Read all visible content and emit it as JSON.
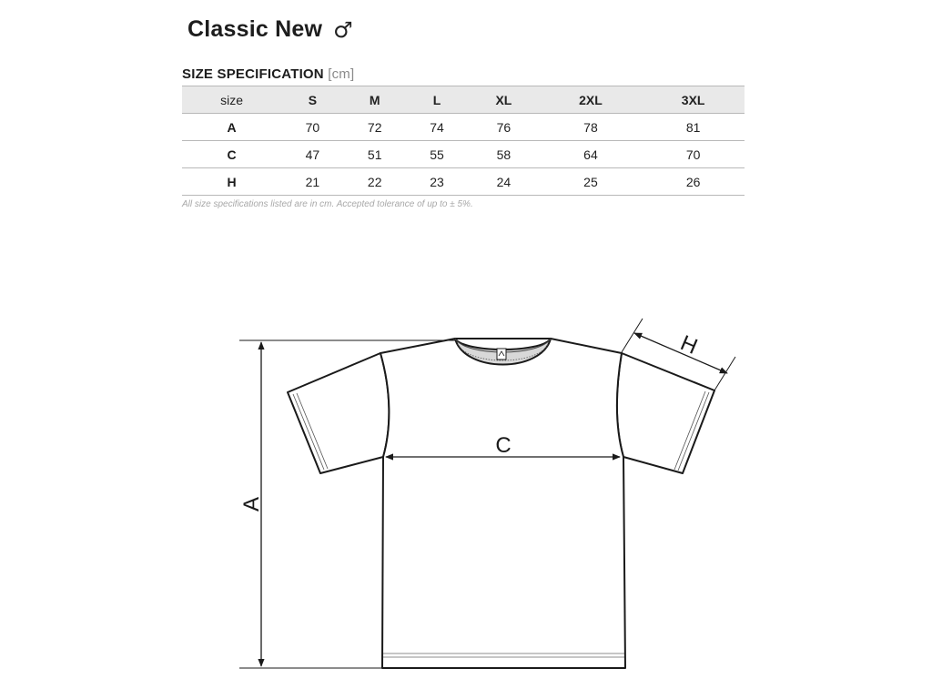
{
  "product": {
    "name": "Classic New",
    "gender_symbol": "♂"
  },
  "spec": {
    "heading": "SIZE SPECIFICATION",
    "unit": "[cm]",
    "columns": [
      "size",
      "S",
      "M",
      "L",
      "XL",
      "2XL",
      "3XL"
    ],
    "rows": [
      {
        "label": "A",
        "values": [
          "70",
          "72",
          "74",
          "76",
          "78",
          "81"
        ]
      },
      {
        "label": "C",
        "values": [
          "47",
          "51",
          "55",
          "58",
          "64",
          "70"
        ]
      },
      {
        "label": "H",
        "values": [
          "21",
          "22",
          "23",
          "24",
          "25",
          "26"
        ]
      }
    ],
    "note": "All size specifications listed are in cm. Accepted tolerance of up to ± 5%."
  },
  "diagram": {
    "label_a": "A",
    "label_c": "C",
    "label_h": "H"
  }
}
